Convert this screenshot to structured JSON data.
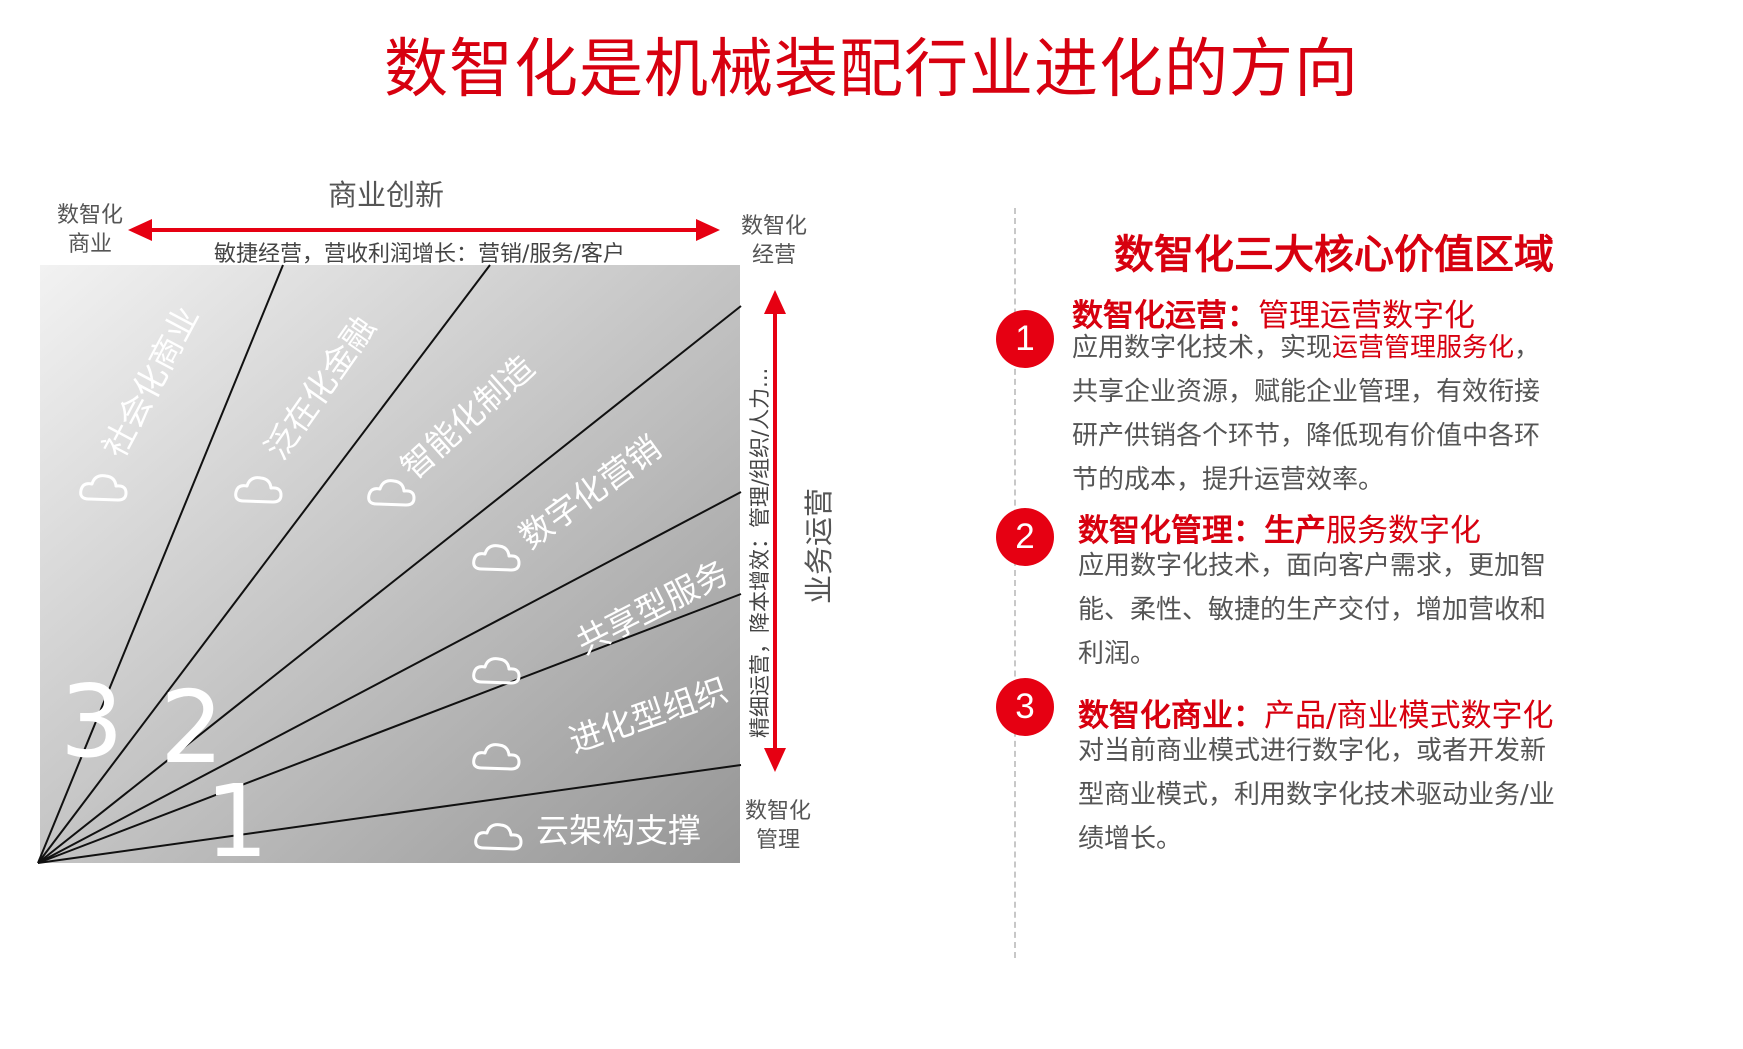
{
  "title": "数智化是机械装配行业进化的方向",
  "diagram": {
    "top_axis_label": "商业创新",
    "top_subtitle": "敏捷经营，营收利润增长：营销/服务/客户",
    "corner_top_left": [
      "数智化",
      "商业"
    ],
    "corner_top_right": [
      "数智化",
      "经营"
    ],
    "corner_bottom_right": [
      "数智化",
      "管理"
    ],
    "right_axis_label": "业务运营",
    "right_subtitle": "精细运营，降本增效：管理/组织/人力...",
    "sectors": [
      "社会化商业",
      "泛在化金融",
      "智能化制造",
      "数字化营销",
      "共享型服务",
      "进化型组织",
      "云架构支撑"
    ],
    "big_numbers": [
      "3",
      "2",
      "1"
    ],
    "colors": {
      "gradient_light": "#f0f0f0",
      "gradient_dark": "#9a9a9a",
      "arrow": "#e60012"
    }
  },
  "values": {
    "heading": "数智化三大核心价值区域",
    "items": [
      {
        "num": "1",
        "head_bold": "数智化运营：",
        "head_rest": "管理运营数字化",
        "body": [
          {
            "t": "应用数字化技术，实现",
            "red": false
          },
          {
            "t": "运营管理服务化",
            "red": true
          },
          {
            "t": "，共享企业资源，赋能企业管理，有效衔接研产供销各个环节，降低现有价值中各环节的成本，提升运营效率。",
            "red": false
          }
        ]
      },
      {
        "num": "2",
        "head_bold": "数智化管理：生产",
        "head_rest": "服务数字化",
        "body": [
          {
            "t": "应用数字化技术，面向客户需求，更加智能、柔性、敏捷的生产交付，增加营收和利润。",
            "red": false
          }
        ]
      },
      {
        "num": "3",
        "head_bold": "数智化商业：",
        "head_rest": "产品/商业模式数字化",
        "body": [
          {
            "t": "对当前商业模式进行数字化，或者开发新型商业模式，利用数字化技术驱动业务/业绩增长。",
            "red": false
          }
        ]
      }
    ]
  }
}
